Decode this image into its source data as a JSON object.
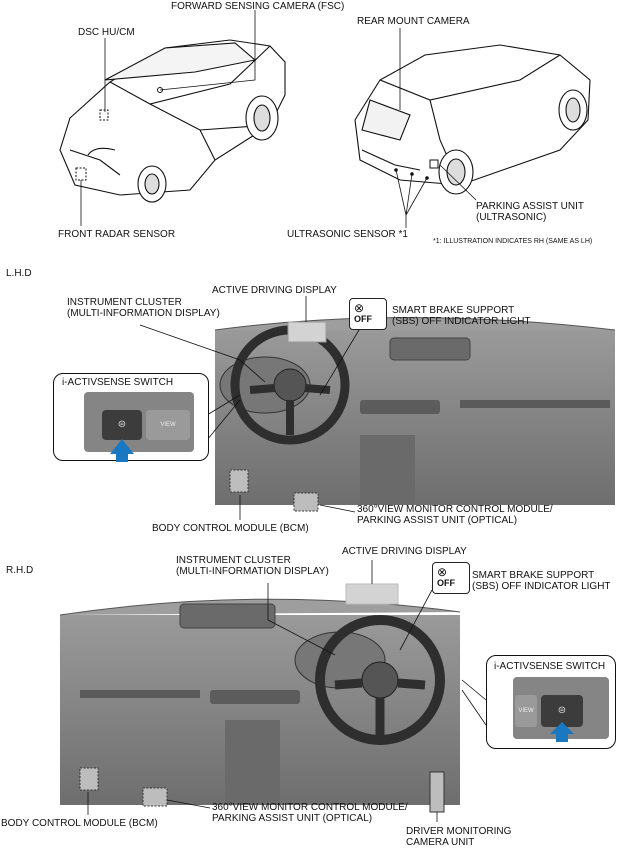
{
  "top_labels": {
    "dsc": "DSC HU/CM",
    "fsc": "FORWARD SENSING CAMERA (FSC)",
    "rear_cam": "REAR MOUNT CAMERA",
    "front_radar": "FRONT RADAR SENSOR",
    "parking_assist": "PARKING ASSIST UNIT\n(ULTRASONIC)",
    "ultrasonic": "ULTRASONIC SENSOR *1",
    "footnote": "*1: ILLUSTRATION INDICATES RH (SAME AS LH)"
  },
  "lhd": {
    "section": "L.H.D",
    "instrument_cluster": "INSTRUMENT CLUSTER\n(MULTI-INFORMATION DISPLAY)",
    "active_display": "ACTIVE DRIVING DISPLAY",
    "sbs_light": "SMART BRAKE SUPPORT\n(SBS) OFF INDICATOR LIGHT",
    "switch_title": "i-ACTIVSENSE SWITCH",
    "bcm": "BODY CONTROL MODULE (BCM)",
    "monitor_module": "360°VIEW MONITOR CONTROL MODULE/\nPARKING ASSIST UNIT (OPTICAL)"
  },
  "rhd": {
    "section": "R.H.D",
    "instrument_cluster": "INSTRUMENT CLUSTER\n(MULTI-INFORMATION DISPLAY)",
    "active_display": "ACTIVE DRIVING DISPLAY",
    "sbs_light": "SMART BRAKE SUPPORT\n(SBS) OFF INDICATOR LIGHT",
    "switch_title": "i-ACTIVSENSE SWITCH",
    "bcm": "BODY CONTROL MODULE (BCM)",
    "monitor_module": "360°VIEW MONITOR CONTROL MODULE/\nPARKING ASSIST UNIT (OPTICAL)",
    "driver_monitor": "DRIVER MONITORING\nCAMERA UNIT"
  },
  "icons": {
    "sbs": "sbs-off-icon",
    "switch_arrow": "push-arrow-icon",
    "view_button": "VIEW"
  },
  "colors": {
    "line": "#111111",
    "arrow": "#1a78c2",
    "dash_fill": "#8a8a8a",
    "dash_dark": "#5a5a5a"
  }
}
